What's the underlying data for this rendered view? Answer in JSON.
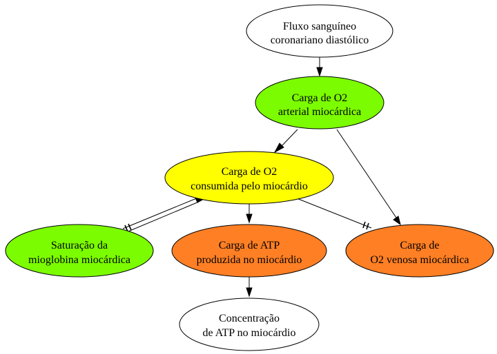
{
  "diagram": {
    "nodes": {
      "fluxo": {
        "line1": "Fluxo sanguíneo",
        "line2": "coronariano diastólico",
        "fill": "#ffffff"
      },
      "carga_arterial": {
        "line1": "Carga de O2",
        "line2": "arterial miocárdica",
        "fill": "#7cfc00"
      },
      "carga_consumida": {
        "line1": "Carga de O2",
        "line2": "consumida pelo miocárdio",
        "fill": "#ffff00"
      },
      "saturacao": {
        "line1": "Saturação da",
        "line2": "mioglobina miocárdica",
        "fill": "#7cfc00"
      },
      "carga_atp": {
        "line1": "Carga de ATP",
        "line2": "produzida no miocárdio",
        "fill": "#ff7f24"
      },
      "carga_venosa": {
        "line1": "Carga de",
        "line2": "O2 venosa miocárdica",
        "fill": "#ff7f24"
      },
      "concentracao": {
        "line1": "Concentração",
        "line2": "de ATP no miocárdio",
        "fill": "#ffffff"
      }
    }
  }
}
